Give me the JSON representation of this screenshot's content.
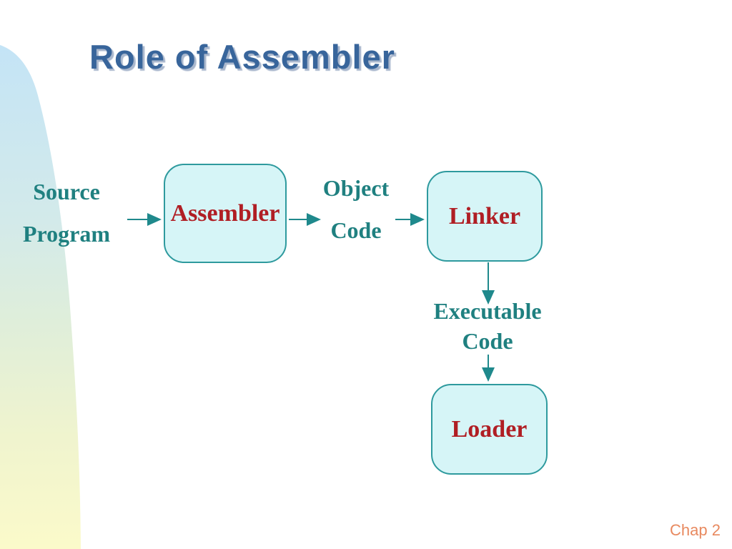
{
  "slide": {
    "title": "Role of Assembler",
    "page_label": "Chap 2"
  },
  "diagram": {
    "labels": [
      {
        "id": "source-program",
        "lines": [
          "Source",
          "Program"
        ]
      },
      {
        "id": "object-code",
        "lines": [
          "Object",
          "Code"
        ]
      },
      {
        "id": "executable-code",
        "lines": [
          "Executable",
          "Code"
        ]
      }
    ],
    "boxes": [
      {
        "id": "assembler",
        "label": "Assembler"
      },
      {
        "id": "linker",
        "label": "Linker"
      },
      {
        "id": "loader",
        "label": "Loader"
      }
    ],
    "flow": [
      "Source Program -> Assembler",
      "Assembler -> Object Code",
      "Object Code -> Linker",
      "Linker -> Executable Code",
      "Executable Code -> Loader"
    ]
  },
  "colors": {
    "title_blue": "#38659B",
    "title_shadow": "#A9B7CD",
    "teal_text_and_arrows": "#1F8080",
    "box_fill": "#D6F5F7",
    "box_border": "#2E9A9E",
    "box_text_red": "#B01E24",
    "page_label_orange": "#E8895F",
    "deco_top_blue": "#C4E4F6",
    "deco_bottom_yellow": "#FBFACA",
    "background": "#FFFFFF"
  }
}
